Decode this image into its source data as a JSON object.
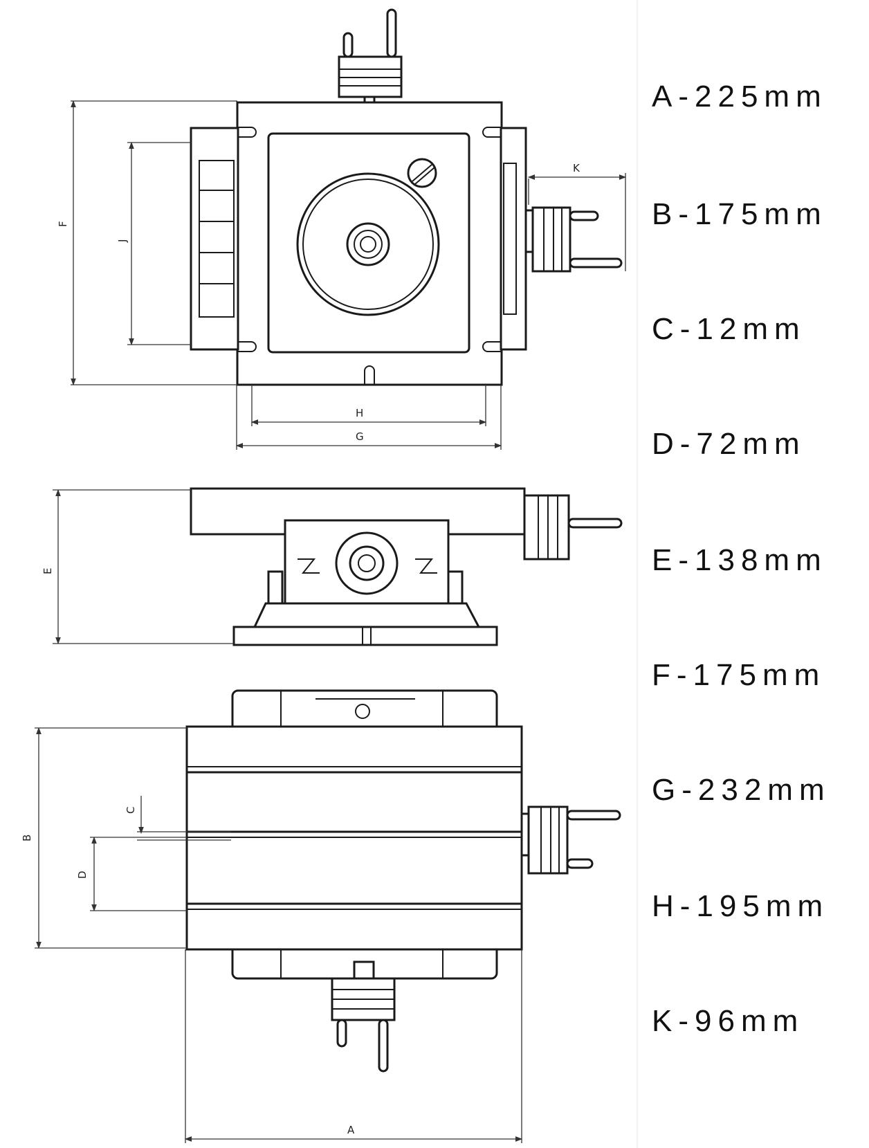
{
  "diagram": {
    "labels": {
      "a": "A",
      "b": "B",
      "c": "C",
      "d": "D",
      "e": "E",
      "f": "F",
      "g": "G",
      "h": "H",
      "j": "J",
      "k": "K"
    }
  },
  "specs": [
    {
      "letter": "A",
      "text": "A-225mm"
    },
    {
      "letter": "B",
      "text": "B-175mm"
    },
    {
      "letter": "C",
      "text": "C-12mm"
    },
    {
      "letter": "D",
      "text": "D-72mm"
    },
    {
      "letter": "E",
      "text": "E-138mm"
    },
    {
      "letter": "F",
      "text": "F-175mm"
    },
    {
      "letter": "G",
      "text": "G-232mm"
    },
    {
      "letter": "H",
      "text": "H-195mm"
    },
    {
      "letter": "K",
      "text": "K-96mm"
    }
  ]
}
